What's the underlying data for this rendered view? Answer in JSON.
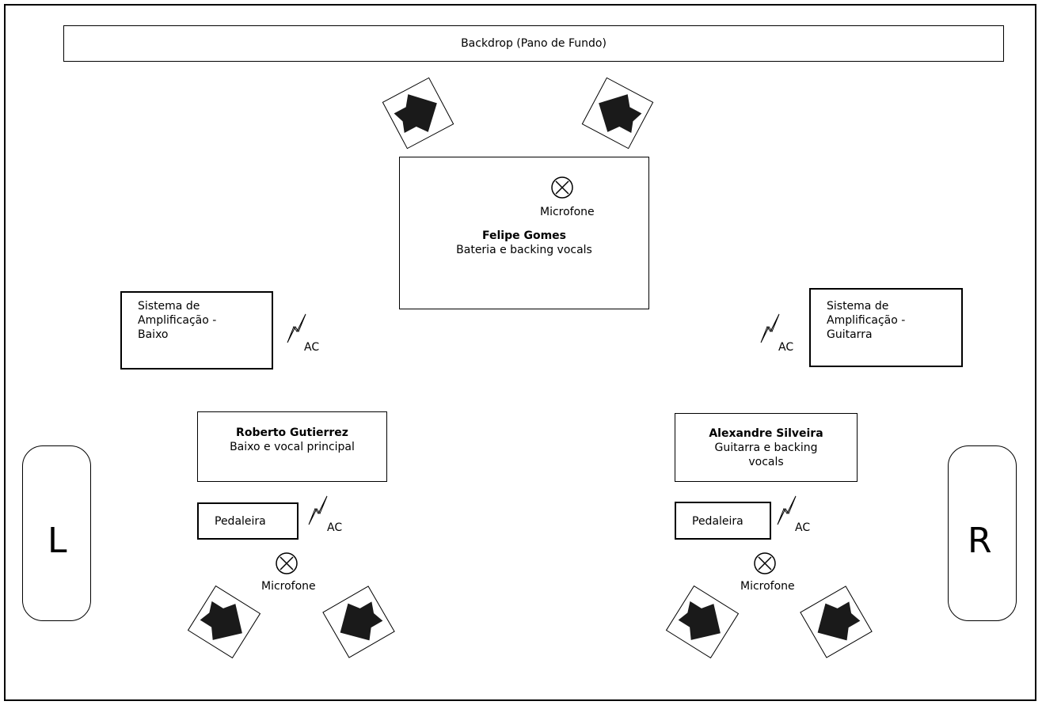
{
  "backdrop": "Backdrop (Pano de Fundo)",
  "drummer": {
    "name": "Felipe Gomes",
    "role": "Bateria e backing vocals"
  },
  "microphone_label": "Microfone",
  "ac_label": "AC",
  "amp_bass": {
    "line1": "Sistema de",
    "line2": "Amplificação -",
    "line3": "Baixo"
  },
  "amp_guitar": {
    "line1": "Sistema de",
    "line2": "Amplificação -",
    "line3": "Guitarra"
  },
  "bassist": {
    "name": "Roberto Gutierrez",
    "role": "Baixo e vocal principal"
  },
  "guitarist": {
    "name": "Alexandre Silveira",
    "role_line1": "Guitarra e backing",
    "role_line2": "vocals"
  },
  "pedalboard_label": "Pedaleira",
  "side_left": "L",
  "side_right": "R"
}
